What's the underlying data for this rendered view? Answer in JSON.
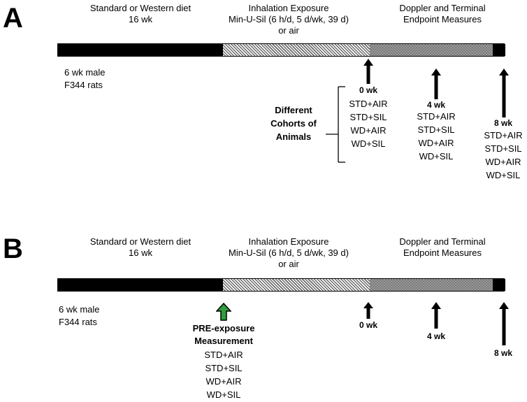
{
  "panel_a": {
    "letter": "A",
    "header_diet": [
      "Standard  or Western diet",
      "16 wk"
    ],
    "header_exposure": [
      "Inhalation Exposure",
      "Min-U-Sil (6 h/d, 5 d/wk, 39 d)",
      "or air"
    ],
    "header_doppler": [
      "Doppler and Terminal",
      "Endpoint Measures"
    ],
    "start_label": [
      "6 wk male",
      "F344 rats"
    ],
    "cohort_label": [
      "Different",
      "Cohorts of",
      "Animals"
    ],
    "timepoints": [
      {
        "label": "0 wk",
        "groups": [
          "STD+AIR",
          "STD+SIL",
          "WD+AIR",
          "WD+SIL"
        ]
      },
      {
        "label": "4 wk",
        "groups": [
          "STD+AIR",
          "STD+SIL",
          "WD+AIR",
          "WD+SIL"
        ]
      },
      {
        "label": "8 wk",
        "groups": [
          "STD+AIR",
          "STD+SIL",
          "WD+AIR",
          "WD+SIL"
        ]
      }
    ]
  },
  "panel_b": {
    "letter": "B",
    "header_diet": [
      "Standard  or Western diet",
      "16 wk"
    ],
    "header_exposure": [
      "Inhalation Exposure",
      "Min-U-Sil (6 h/d, 5 d/wk, 39 d)",
      "or air"
    ],
    "header_doppler": [
      "Doppler and Terminal",
      "Endpoint Measures"
    ],
    "start_label": [
      "6 wk male",
      "F344 rats"
    ],
    "pre_label": [
      "PRE-exposure",
      "Measurement"
    ],
    "pre_groups": [
      "STD+AIR",
      "STD+SIL",
      "WD+AIR",
      "WD+SIL"
    ],
    "timepoints": [
      {
        "label": "0 wk"
      },
      {
        "label": "4 wk"
      },
      {
        "label": "8 wk"
      }
    ]
  },
  "colors": {
    "arrow": "#000000",
    "pre_arrow_fill": "#2e9e3e"
  }
}
